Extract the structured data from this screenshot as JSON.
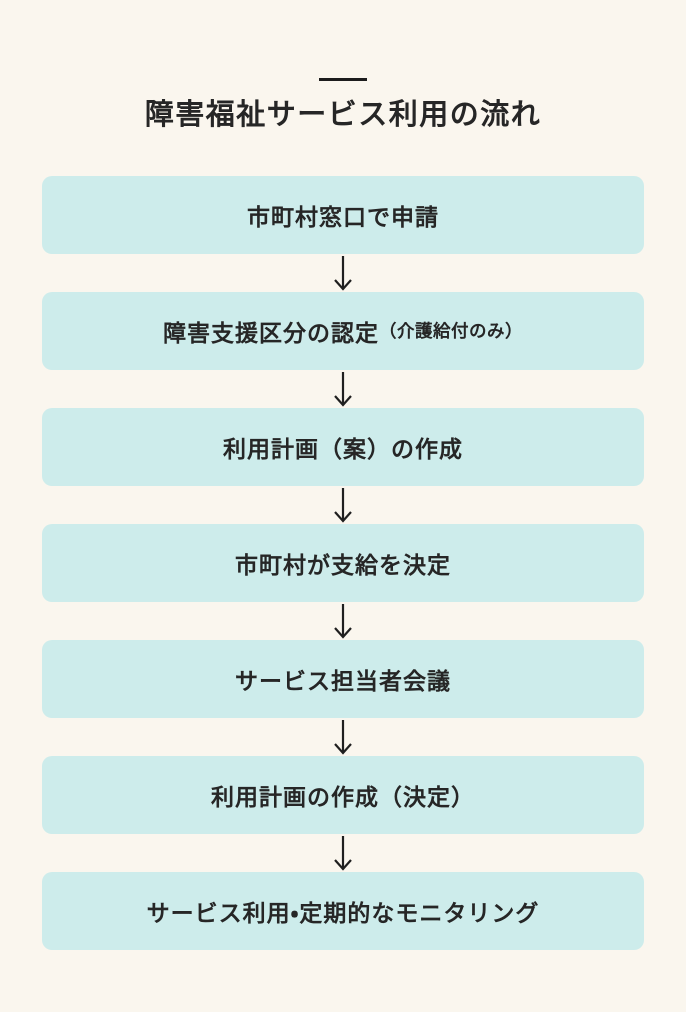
{
  "page": {
    "background_color": "#faf6ee",
    "box_color": "#cdeceb",
    "text_color": "#262626",
    "arrow_color": "#1f1f1f"
  },
  "header": {
    "title": "障害福祉サービス利用の流れ"
  },
  "flow": {
    "steps": [
      {
        "label": "市町村窓口で申請",
        "note": ""
      },
      {
        "label": "障害支援区分の認定",
        "note": "（介護給付のみ）"
      },
      {
        "label": "利用計画（案）の作成",
        "note": ""
      },
      {
        "label": "市町村が支給を決定",
        "note": ""
      },
      {
        "label": "サービス担当者会議",
        "note": ""
      },
      {
        "label": "利用計画の作成（決定）",
        "note": ""
      },
      {
        "label": "サービス利用・定期的なモニタリング",
        "note": ""
      }
    ]
  }
}
